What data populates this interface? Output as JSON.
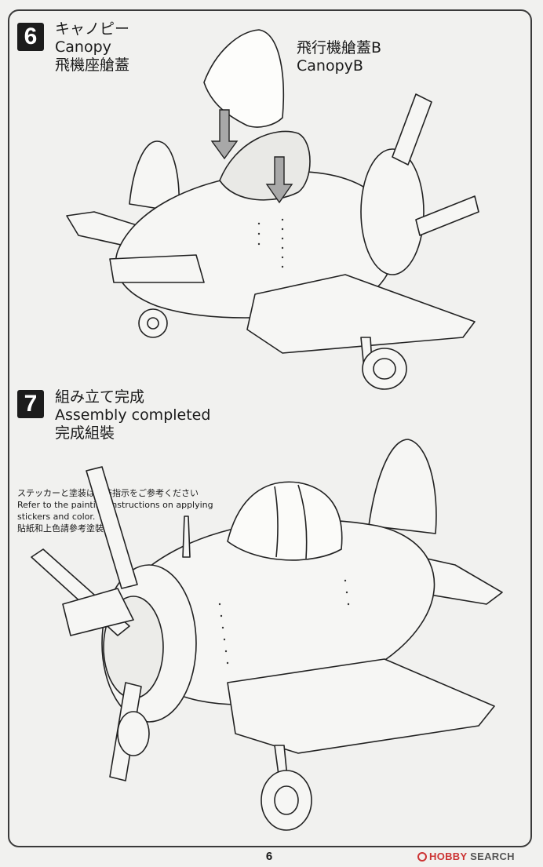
{
  "steps": [
    {
      "number": "6",
      "title_ja": "キャノピー",
      "title_en": "Canopy",
      "title_zh": "飛機座艙蓋",
      "part_label_zh": "飛行機艙蓋B",
      "part_label_en": "CanopyB"
    },
    {
      "number": "7",
      "title_ja": "組み立て完成",
      "title_en": "Assembly completed",
      "title_zh": "完成組裝",
      "note_ja": "ステッカーと塗装は塗装指示をご参考ください",
      "note_en_1": "Refer to the painting instructions on applying",
      "note_en_2": "stickers and color.",
      "note_zh": "貼紙和上色請參考塗裝指示"
    }
  ],
  "page_number": "6",
  "watermark": {
    "brand": "HOBBY",
    "suffix": "SEARCH"
  }
}
